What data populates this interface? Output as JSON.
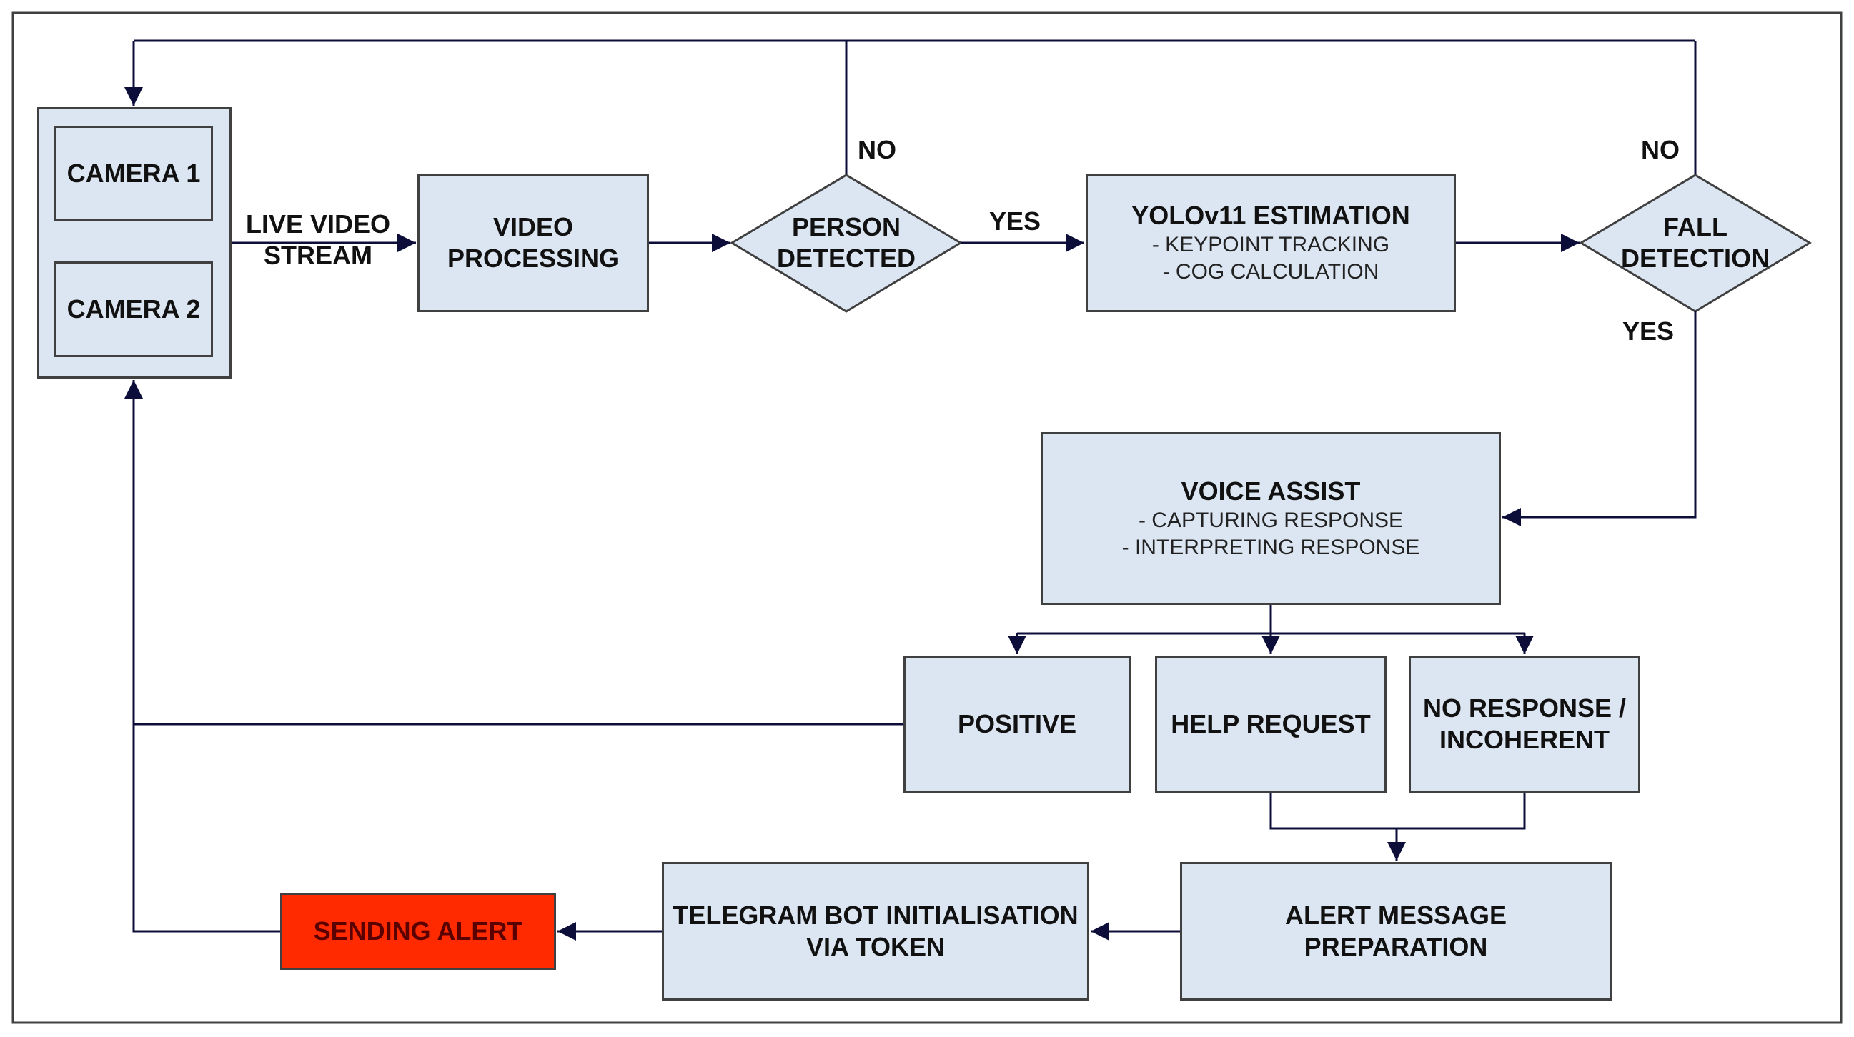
{
  "colors": {
    "box_fill": "#dce6f2",
    "box_border": "#404040",
    "alert_fill": "#ff2a00",
    "arrow_line": "#0d0d3a"
  },
  "nodes": {
    "camera1": "CAMERA 1",
    "camera2": "CAMERA 2",
    "video_processing": [
      "VIDEO",
      "PROCESSING"
    ],
    "person_detected": [
      "PERSON",
      "DETECTED"
    ],
    "yolo": {
      "title": "YOLOv11 ESTIMATION",
      "items": [
        "- KEYPOINT TRACKING",
        "- COG CALCULATION"
      ]
    },
    "fall_detection": [
      "FALL",
      "DETECTION"
    ],
    "voice_assist": {
      "title": "VOICE ASSIST",
      "items": [
        "- CAPTURING RESPONSE",
        "- INTERPRETING RESPONSE"
      ]
    },
    "positive": "POSITIVE",
    "help_request": "HELP REQUEST",
    "no_response": [
      "NO RESPONSE /",
      "INCOHERENT"
    ],
    "alert_message": [
      "ALERT MESSAGE",
      "PREPARATION"
    ],
    "telegram": [
      "TELEGRAM BOT INITIALISATION",
      "VIA TOKEN"
    ],
    "sending_alert": "SENDING ALERT"
  },
  "edge_labels": {
    "live_video": [
      "LIVE VIDEO",
      "STREAM"
    ],
    "person_no": "NO",
    "person_yes": "YES",
    "fall_no": "NO",
    "fall_yes": "YES"
  }
}
